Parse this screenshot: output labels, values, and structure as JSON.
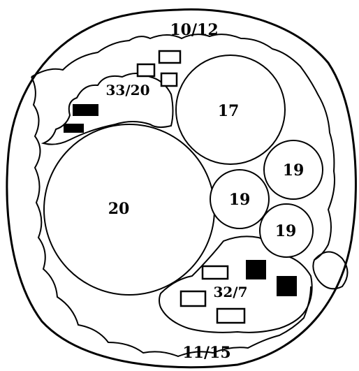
{
  "labels": {
    "top_region": "10/12",
    "upper_left_region": "33/20",
    "lower_region": "32/7",
    "bottom_region": "11/15",
    "circle_large": "20",
    "circle_upper": "17",
    "circle_right_top": "19",
    "circle_middle": "19",
    "circle_right_bottom": "19"
  },
  "colors": {
    "stroke": "#000000",
    "background": "#ffffff",
    "filled_marker": "#000000"
  }
}
